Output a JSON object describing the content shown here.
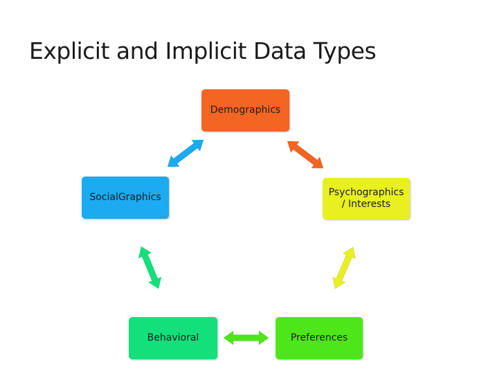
{
  "title": "Explicit and Implicit Data Types",
  "nodes": {
    "demographics": {
      "line1": "Demographics",
      "line2": "",
      "color": "#f26522"
    },
    "psychographics": {
      "line1": "Psychographics",
      "line2": "/ Interests",
      "color": "#e8f021"
    },
    "socialgraphics": {
      "line1": "SocialGraphics",
      "line2": "",
      "color": "#1caaf0"
    },
    "behavioral": {
      "line1": "Behavioral",
      "line2": "",
      "color": "#12e07a"
    },
    "preferences": {
      "line1": "Preferences",
      "line2": "",
      "color": "#4de619"
    }
  },
  "arrows": [
    {
      "from": "demographics",
      "to": "socialgraphics",
      "color": "#1caaf0"
    },
    {
      "from": "demographics",
      "to": "psychographics",
      "color": "#f26522"
    },
    {
      "from": "psychographics",
      "to": "preferences",
      "color": "#e8f021"
    },
    {
      "from": "behavioral",
      "to": "preferences",
      "color": "#4de619"
    },
    {
      "from": "socialgraphics",
      "to": "behavioral",
      "color": "#12e07a"
    }
  ]
}
